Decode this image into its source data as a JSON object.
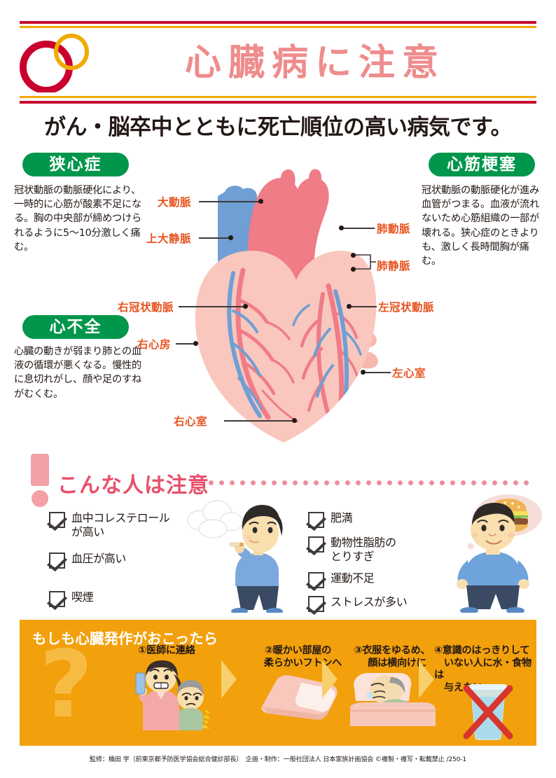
{
  "header": {
    "title": "心臓病に注意",
    "subtitle": "がん・脳卒中とともに死亡順位の高い病気です。",
    "logo_name": "interlocking-rings-logo",
    "colors": {
      "crimson": "#c90a2e",
      "gold": "#f0ab00",
      "title_pink": "#ef8c8c"
    }
  },
  "panels": [
    {
      "id": "angina",
      "title": "狭心症",
      "body": "冠状動脈の動脈硬化により、一時的に心筋が酸素不足になる。胸の中央部が締めつけられるように5〜10分激しく痛む。"
    },
    {
      "id": "myocardial-infarction",
      "title": "心筋梗塞",
      "body": "冠状動脈の動脈硬化が進み血管がつまる。血液が流れないため心筋組織の一部が壊れる。狭心症のときよりも、激しく長時間胸が痛む。"
    },
    {
      "id": "heart-failure",
      "title": "心不全",
      "body": "心臓の動きが弱まり肺との血液の循環が悪くなる。慢性的に息切れがし、顔や足のすねがむくむ。"
    }
  ],
  "heart_diagram": {
    "labels": [
      {
        "id": "aorta",
        "text": "大動脈"
      },
      {
        "id": "superior-vena-cava",
        "text": "上大静脈"
      },
      {
        "id": "pulmonary-artery",
        "text": "肺動脈"
      },
      {
        "id": "pulmonary-vein",
        "text": "肺静脈"
      },
      {
        "id": "right-coronary-artery",
        "text": "右冠状動脈"
      },
      {
        "id": "left-coronary-artery",
        "text": "左冠状動脈"
      },
      {
        "id": "right-atrium",
        "text": "右心房"
      },
      {
        "id": "left-ventricle",
        "text": "左心室"
      },
      {
        "id": "right-ventricle",
        "text": "右心室"
      }
    ],
    "colors": {
      "label": "#e8521e",
      "muscle": "#f9c7bd",
      "artery": "#ef7c82",
      "vein": "#6b9bd2"
    }
  },
  "attention": {
    "title": "こんな人は注意",
    "left_items": [
      "血中コレステロール\nが高い",
      "血圧が高い",
      "喫煙"
    ],
    "right_items": [
      "肥満",
      "動物性脂肪の\nとりすぎ",
      "運動不足",
      "ストレスが多い"
    ],
    "illustration_left": "smoking-man-illustration",
    "illustration_right": "obese-man-burger-thought-illustration"
  },
  "emergency": {
    "title": "もしも心臓発作がおこったら",
    "watermark": "?",
    "steps": [
      {
        "num": "①",
        "text": "①医師に連絡",
        "illustration": "woman-calling-doctor-illustration"
      },
      {
        "num": "②",
        "text": "②暖かい部屋の\n　柔らかいフトンへ",
        "illustration": "futon-illustration"
      },
      {
        "num": "③",
        "text": "③衣服をゆるめ、\n　顔は横向けに",
        "illustration": "person-lying-in-bed-illustration"
      },
      {
        "num": "④",
        "text": "④意識のはっきりして\n　いない人に水・食物は\n　与えない",
        "illustration": "crossed-out-water-glass-illustration"
      }
    ],
    "background_color": "#f2a00c"
  },
  "footer": {
    "text": "監修：橋田 学（前東京都予防医学協会総合健診部長）　企画・制作：一般社団法人 日本家族計画協会 ©複製・複写・転載禁止 /250-1"
  }
}
